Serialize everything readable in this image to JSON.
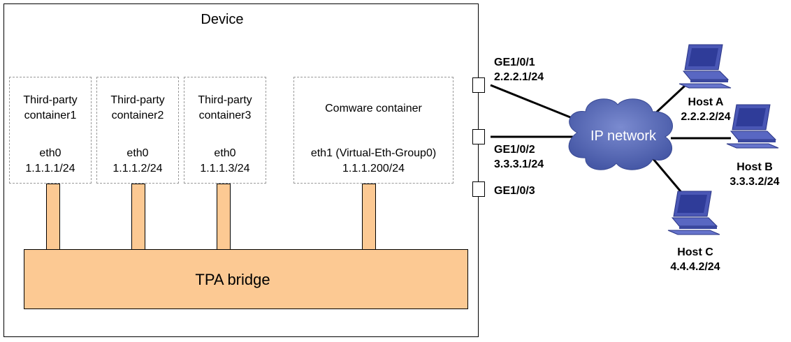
{
  "device": {
    "title": "Device",
    "containers": [
      {
        "name_line1": "Third-party",
        "name_line2": "container1",
        "iface": "eth0",
        "ip": "1.1.1.1/24"
      },
      {
        "name_line1": "Third-party",
        "name_line2": "container2",
        "iface": "eth0",
        "ip": "1.1.1.2/24"
      },
      {
        "name_line1": "Third-party",
        "name_line2": "container3",
        "iface": "eth0",
        "ip": "1.1.1.3/24"
      },
      {
        "name_line1": "Comware container",
        "name_line2": "",
        "iface": "eth1 (Virtual-Eth-Group0)",
        "ip": "1.1.1.200/24"
      }
    ],
    "bridge": "TPA bridge",
    "ports": [
      {
        "name": "GE1/0/1",
        "ip": "2.2.2.1/24"
      },
      {
        "name": "GE1/0/2",
        "ip": "3.3.3.1/24"
      },
      {
        "name": "GE1/0/3",
        "ip": ""
      }
    ]
  },
  "network": {
    "label": "IP network"
  },
  "hosts": [
    {
      "name": "Host A",
      "ip": "2.2.2.2/24"
    },
    {
      "name": "Host B",
      "ip": "3.3.3.2/24"
    },
    {
      "name": "Host C",
      "ip": "4.4.4.2/24"
    }
  ],
  "colors": {
    "bridge_fill": "#fcc993",
    "cloud_fill": "#5b6fb5",
    "host_fill": "#4a57b5",
    "container_border": "#999999"
  }
}
